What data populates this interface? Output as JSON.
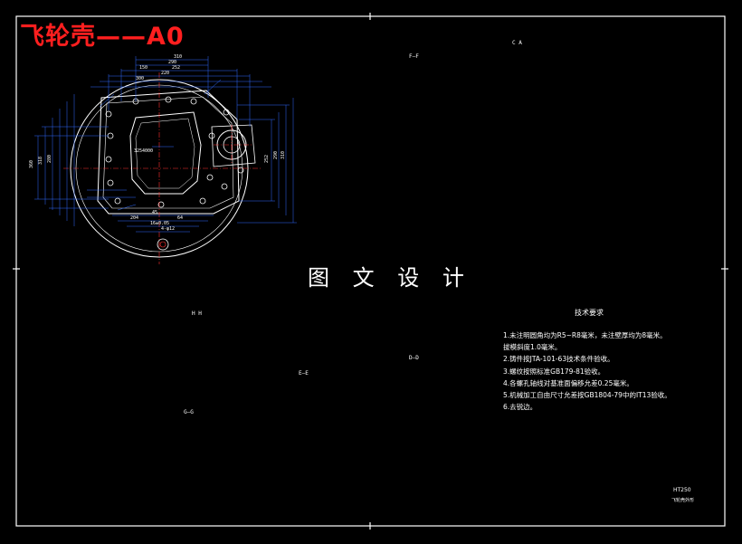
{
  "drawing": {
    "title": "飞轮壳——A0",
    "watermark": "图 文 设 计"
  },
  "views": {
    "section_ff": "F—F",
    "section_ca": "C  A",
    "section_hh": "H  H",
    "section_gg": "G—G",
    "section_ee": "E—E",
    "section_dd": "D—D"
  },
  "notes": {
    "title": "技术要求",
    "items": [
      "1.未注明圆角均为R5~R8毫米，未注壁厚均为8毫米。",
      "  拔模斜度1.0毫米。",
      "2.铸件按JTA-101-63技术条件验收。",
      "3.螺纹按照标准GB179-81验收。",
      "4.各螺孔轴线对基准面偏移允差0.25毫米。",
      "5.机械加工自由尺寸允差按GB1804-79中的IT13验收。",
      "6.去锐边。"
    ]
  },
  "title_block": {
    "code": "HT250",
    "name": "飞轮壳外形"
  },
  "colors": {
    "background": "#000000",
    "outline": "#ffffff",
    "dimension": "#2f6bff",
    "center_line": "#ff3030",
    "title_text": "#ff1f1f"
  }
}
